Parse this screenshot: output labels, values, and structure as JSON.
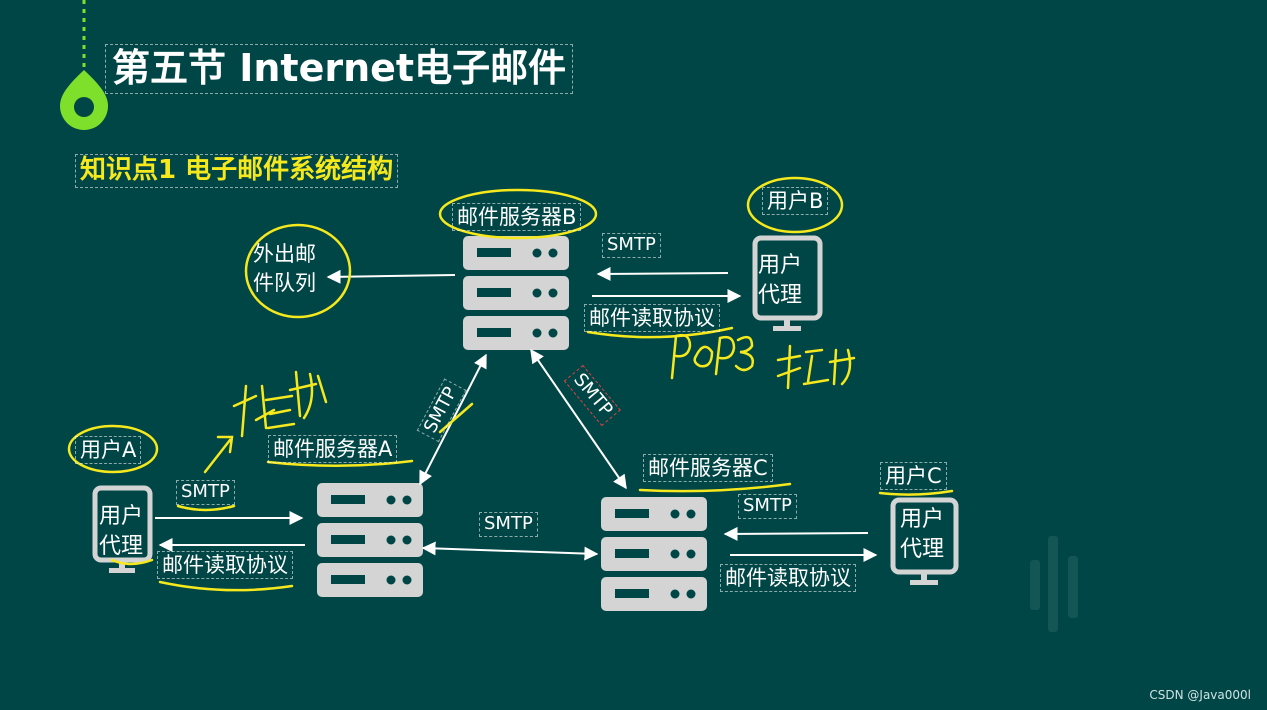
{
  "slide": {
    "title": "第五节 Internet电子邮件",
    "subtitle": "知识点1 电子邮件系统结构",
    "footer": "CSDN @Java000l"
  },
  "labels": {
    "outgoing_queue_line1": "外出邮",
    "outgoing_queue_line2": "件队列",
    "server_a": "邮件服务器A",
    "server_b": "邮件服务器B",
    "server_c": "邮件服务器C",
    "user_a": "用户A",
    "user_b": "用户B",
    "user_c": "用户C",
    "agent_line1": "用户",
    "agent_line2": "代理",
    "smtp": "SMTP",
    "read_protocol": "邮件读取协议"
  },
  "annotations": {
    "push": "推动",
    "pull": "拉动",
    "pop3": "POP3"
  },
  "colors": {
    "background": "#004646",
    "accent_green": "#7ee02b",
    "highlight_yellow": "#f5e81c",
    "server_gray": "#d4d4d4",
    "arrow_white": "#ffffff"
  }
}
